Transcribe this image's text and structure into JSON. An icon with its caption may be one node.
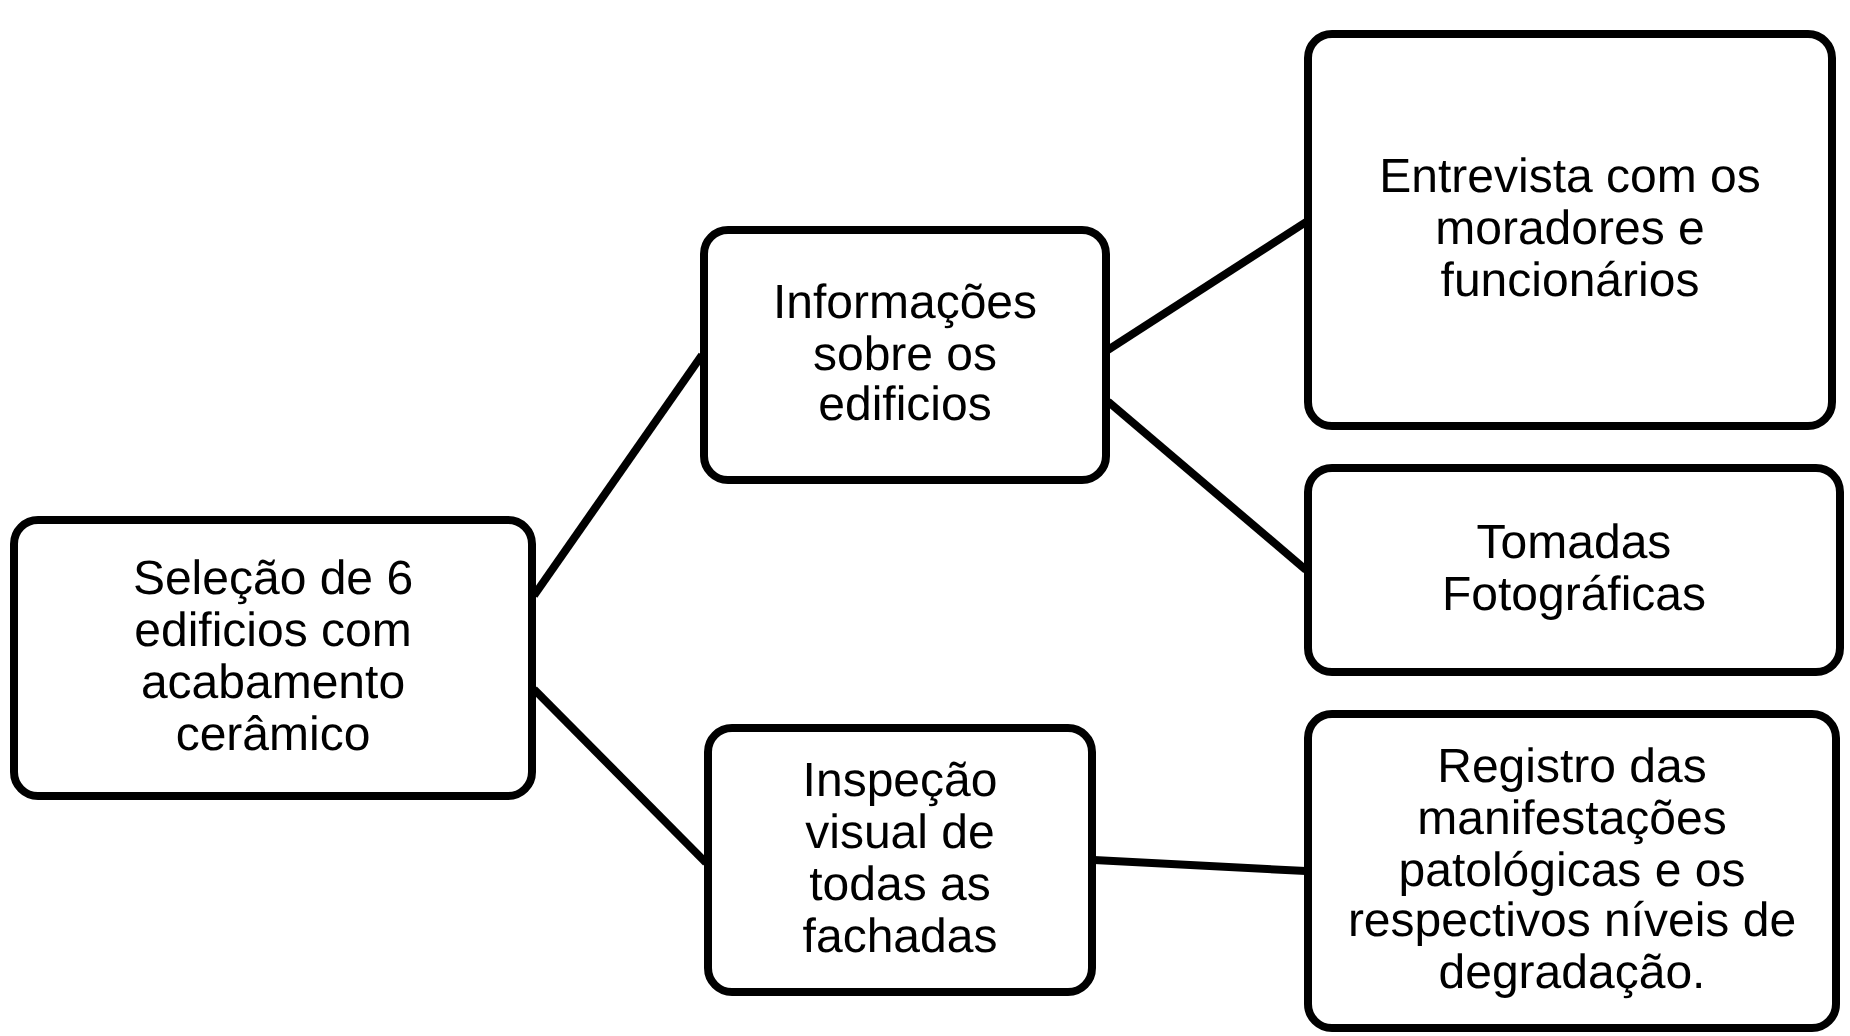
{
  "diagram": {
    "nodes": [
      {
        "text": [
          "Seleção de 6 edificios com acabamento cerâmico"
        ]
      },
      {
        "text": [
          "Informações sobre os edificios"
        ]
      },
      {
        "text": [
          "Inspeção visual de todas as fachadas"
        ]
      },
      {
        "text": [
          "Entrevista com os moradores e funcionários"
        ]
      },
      {
        "text": [
          "Tomadas Fotográficas"
        ]
      },
      {
        "text": [
          "Registro das manifestações patológicas e os respectivos níveis de degradação."
        ]
      }
    ],
    "edges": [
      {
        "from": 0,
        "to": 1,
        "arrow": "none"
      },
      {
        "from": 0,
        "to": 2,
        "arrow": "none"
      },
      {
        "from": 1,
        "to": 3,
        "arrow": "none"
      },
      {
        "from": 1,
        "to": 4,
        "arrow": "none"
      },
      {
        "from": 2,
        "to": 5,
        "arrow": "none"
      }
    ]
  }
}
